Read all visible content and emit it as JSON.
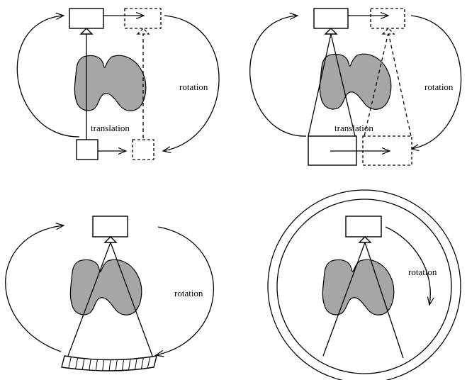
{
  "panels": {
    "p1": {
      "label_rotation": "rotation",
      "label_translation": "translation"
    },
    "p2": {
      "label_rotation": "rotation",
      "label_translation": "translation"
    },
    "p3": {
      "label_rotation": "rotation"
    },
    "p4": {
      "label_rotation": "rotation"
    }
  }
}
